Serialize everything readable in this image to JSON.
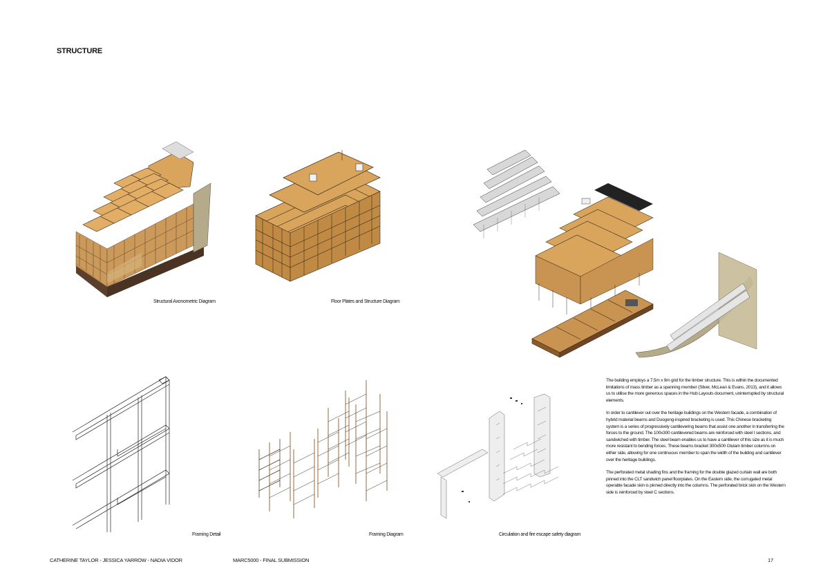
{
  "page": {
    "title": "STRUCTURE",
    "page_number": "17"
  },
  "figures": {
    "structural_axo": {
      "caption": "Structural Axonometric Diagram"
    },
    "floor_plates": {
      "caption": "Floor Plates and Structure Diagram"
    },
    "framing_detail": {
      "caption": "Framing Detail"
    },
    "framing_diagram": {
      "caption": "Framing Diagram"
    },
    "circulation": {
      "caption": "Circulation and fire escape safety diagram"
    }
  },
  "body": {
    "paragraphs": [
      "The building employs a 7.5m x 9m grid for the timber structure. This is within the documented limitations of mass timber as a spanning member (Silver, McLean & Evans, 2013), and it allows us to utilise the more generous spaces in the Hub Layouts document, uninterrupted by structural elements.",
      "In order to cantilever out over the heritage buildings on the Western facade, a combination of hybrid material beams and Duogong-inspired bracketing is used. This Chinese bracketing system is a series of progressively cantilevering beams that assist one another in transferring the forces to the ground. The 100x300 cantilevered beams are reinforced with steel I sections, and sandwiched with timber. The steel beam enables us to have a cantilever of this size as it is much more resistant to bending forces. These beams bracket 300x500 Glulam timber columns on either side, allowing for one continuous member to span the width of the building and cantilever over the heritage buildings.",
      "The perforated metal shading fins and the framing for the double glazed curtain wall are both pinned into the CLT sandwich panel floorplates. On the Eastern side, the corrugated metal operable facade skin is pinned directly into the columns. The perforated brick skin on the Western side is reinforced by steel C sections."
    ]
  },
  "footer": {
    "authors": "CATHERINE TAYLOR - JESSICA YARROW - NADIA VIDOR",
    "course": "MARC5000 - FINAL SUBMISSION"
  },
  "colors": {
    "timber": "#d9a45c",
    "timber_dark": "#8a5a2b",
    "base": "#5a3f2c",
    "skin": "#b5ab8a",
    "line": "#3a2a1a"
  }
}
